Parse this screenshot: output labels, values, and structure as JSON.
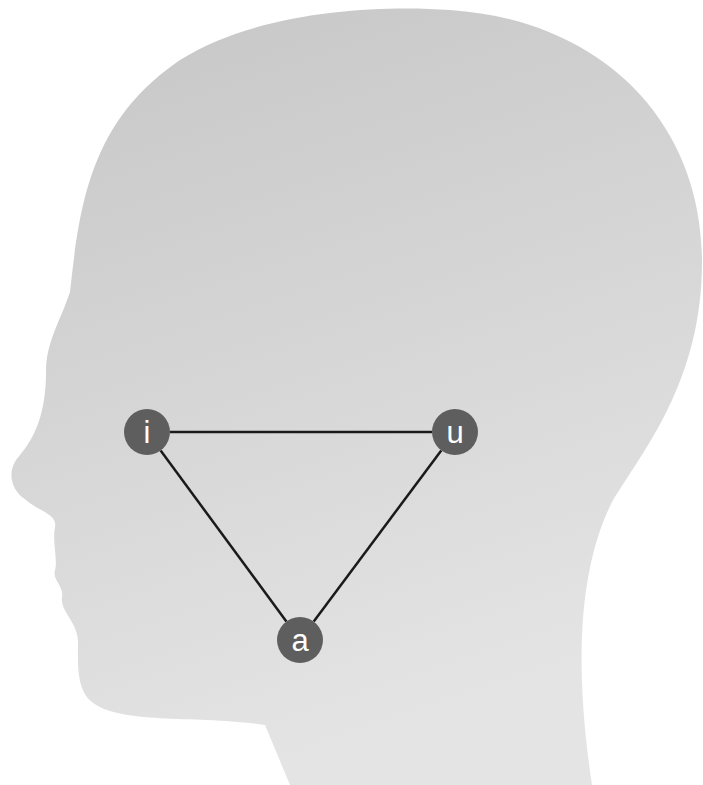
{
  "diagram": {
    "nodes": [
      {
        "text": [
          "i"
        ]
      },
      {
        "text": [
          "u"
        ]
      },
      {
        "text": [
          "a"
        ]
      }
    ],
    "edges": [
      {
        "from": 0,
        "to": 1,
        "arrow": "none"
      },
      {
        "from": 0,
        "to": 2,
        "arrow": "none"
      },
      {
        "from": 1,
        "to": 2,
        "arrow": "none"
      }
    ]
  }
}
